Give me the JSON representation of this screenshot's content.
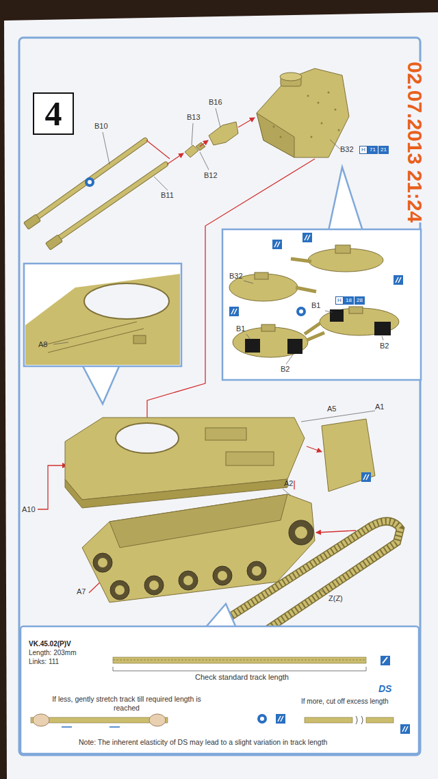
{
  "diagram": {
    "nodes": [
      {
        "text": [
          "4"
        ]
      },
      {
        "text": [
          "VK.45.02(P)V",
          "Length: 203mm",
          "Links: 111",
          "Check standard track length",
          "If less, gently stretch track till required length is reached",
          "If more, cut off excess length",
          "Note: The inherent elasticity of DS may lead to a slight variation in track length"
        ]
      }
    ],
    "labels": [
      "B10",
      "B13",
      "B16",
      "B32",
      "H",
      "71",
      "21",
      "B12",
      "B11",
      "A8",
      "B32",
      "B1",
      "H",
      "18",
      "28",
      "B2",
      "B1",
      "B2",
      "A1",
      "A10",
      "A5",
      "A2",
      "A7",
      "Z(Z)",
      "DS",
      "02.07.2013 21:24"
    ]
  }
}
